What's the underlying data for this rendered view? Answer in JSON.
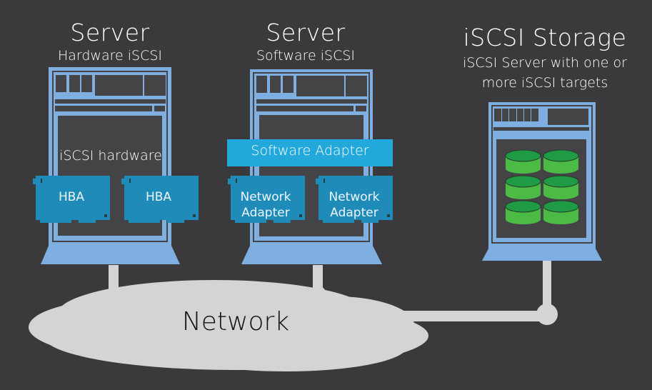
{
  "colors": {
    "background": "#3a3a3c",
    "tower_frame": "#7faee0",
    "tower_panel": "#444446",
    "adapter_card": "#1e8bb8",
    "software_adapter": "#23a8dc",
    "disk_top": "#1f9a45",
    "disk_body": "#4cbb46",
    "network_cloud": "#d3d4d6",
    "network_text": "#111111"
  },
  "servers": [
    {
      "title": "Server",
      "subtitle": "Hardware iSCSI",
      "inner_label": "iSCSI hardware",
      "adapters": [
        {
          "label": "HBA"
        },
        {
          "label": "HBA"
        }
      ]
    },
    {
      "title": "Server",
      "subtitle": "Software iSCSI",
      "software_adapter": "Software Adapter",
      "adapters": [
        {
          "label": "Network\nAdapter"
        },
        {
          "label": "Network\nAdapter"
        }
      ]
    }
  ],
  "storage": {
    "title": "iSCSI Storage",
    "subtitle_line1": "iSCSI Server with one or",
    "subtitle_line2": "more iSCSI targets",
    "disk_count": 6
  },
  "network": {
    "label": "Network"
  }
}
